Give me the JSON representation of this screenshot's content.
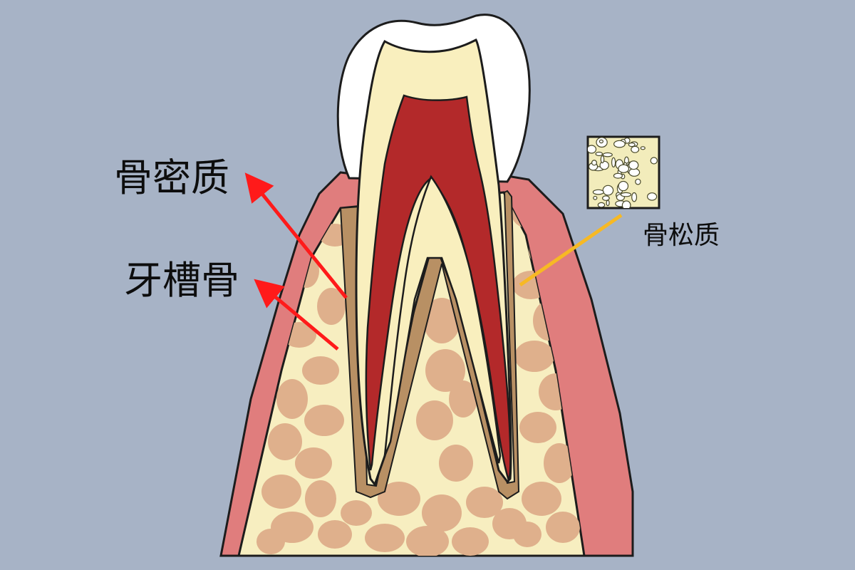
{
  "labels": {
    "cortical_bone": "骨密质",
    "alveolar_bone": "牙槽骨",
    "cancellous_bone": "骨松质"
  },
  "colors": {
    "background": "#a7b3c6",
    "gum": "#e07d7d",
    "bone_matrix": "#f7eec0",
    "trabecula": "#dfb08c",
    "enamel": "#ffffff",
    "dentin": "#f9efbe",
    "pulp": "#b3292a",
    "root_lining": "#b89064",
    "arrow_red": "#ff1a1a",
    "arrow_yellow": "#f7b924",
    "outline": "#1c1c1c"
  }
}
